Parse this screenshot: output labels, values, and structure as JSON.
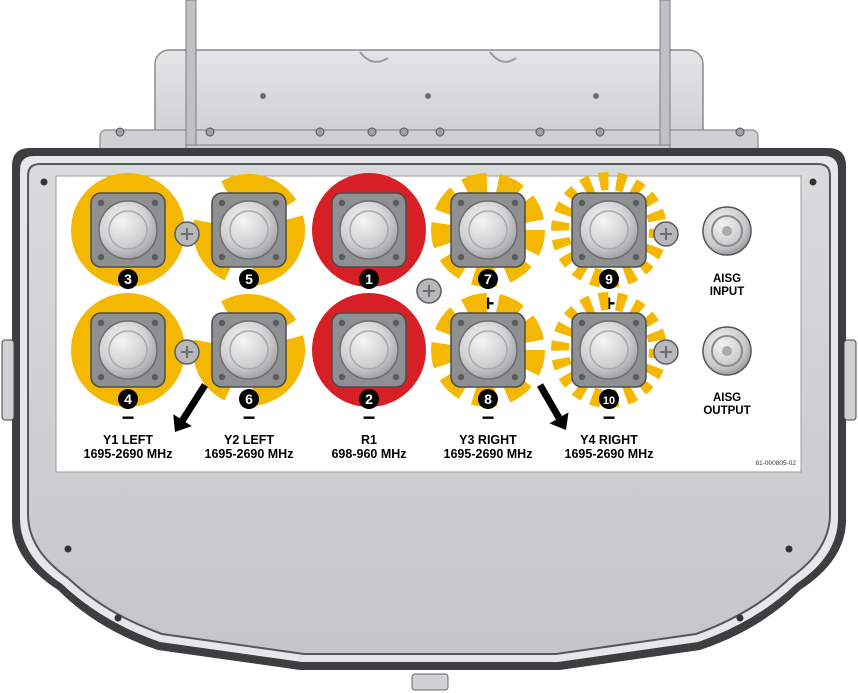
{
  "colors": {
    "yellow": "#F5B800",
    "red": "#D71F26",
    "housing": "#D2D3D5",
    "panel": "#FFFFFF",
    "connector": "#8E9092"
  },
  "ports": [
    {
      "number": "3",
      "sign": "+",
      "color": "yellow",
      "ring": "solid"
    },
    {
      "number": "4",
      "sign": "−",
      "color": "yellow",
      "ring": "solid"
    },
    {
      "number": "5",
      "sign": "+",
      "color": "yellow",
      "ring": "arc"
    },
    {
      "number": "6",
      "sign": "−",
      "color": "yellow",
      "ring": "arc"
    },
    {
      "number": "1",
      "sign": "+",
      "color": "red",
      "ring": "solid"
    },
    {
      "number": "2",
      "sign": "−",
      "color": "red",
      "ring": "solid"
    },
    {
      "number": "7",
      "sign": "+",
      "color": "yellow",
      "ring": "dashed-wide"
    },
    {
      "number": "8",
      "sign": "−",
      "color": "yellow",
      "ring": "dashed-wide"
    },
    {
      "number": "9",
      "sign": "+",
      "color": "yellow",
      "ring": "dashed-fine"
    },
    {
      "number": "10",
      "sign": "−",
      "color": "yellow",
      "ring": "dashed-fine"
    }
  ],
  "groups": [
    {
      "name": "Y1 LEFT",
      "band": "1695-2690 MHz"
    },
    {
      "name": "Y2 LEFT",
      "band": "1695-2690 MHz"
    },
    {
      "name": "R1",
      "band": "698-960 MHz"
    },
    {
      "name": "Y3 RIGHT",
      "band": "1695-2690 MHz"
    },
    {
      "name": "Y4 RIGHT",
      "band": "1695-2690 MHz"
    }
  ],
  "aisg": {
    "input_line1": "AISG",
    "input_line2": "INPUT",
    "output_line1": "AISG",
    "output_line2": "OUTPUT"
  },
  "part_number": "61-000805-02"
}
